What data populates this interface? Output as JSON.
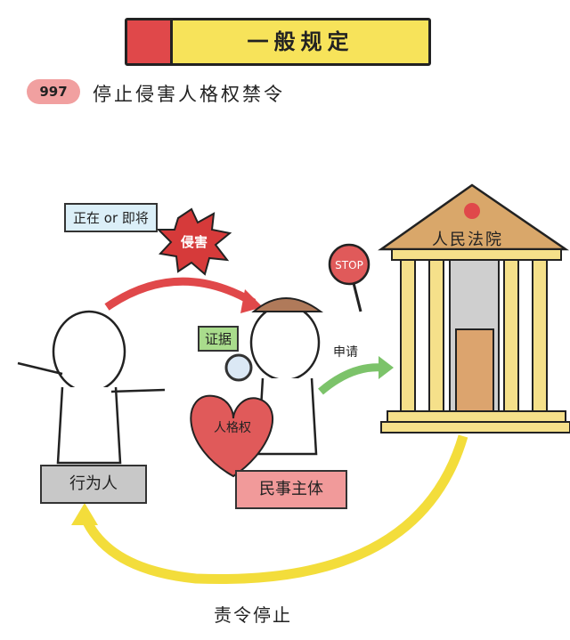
{
  "header": {
    "title": "一般规定"
  },
  "article": {
    "number": "997",
    "title": "停止侵害人格权禁令"
  },
  "labels": {
    "timing": "正在 or 即将",
    "infringe": "侵害",
    "evidence": "证据",
    "personality_right": "人格权",
    "apply": "申请",
    "court": "人民法院",
    "stop_sign": "STOP",
    "actor": "行为人",
    "civil_subject": "民事主体",
    "order_stop": "责令停止"
  },
  "colors": {
    "red": "#e0484a",
    "yellow": "#f7e35a",
    "pink": "#f1a0a0",
    "green": "#7cc36a",
    "gray": "#bdbdbd"
  }
}
